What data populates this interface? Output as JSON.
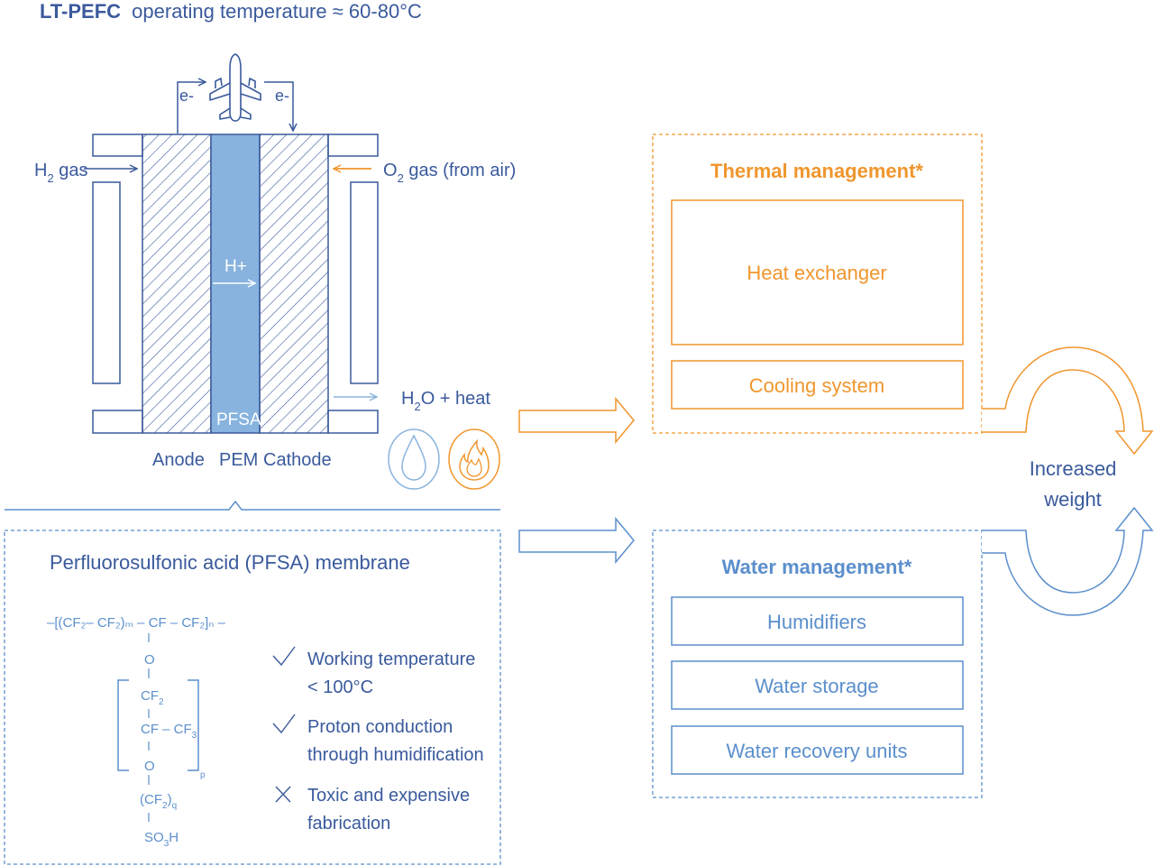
{
  "colors": {
    "dark_blue": "#3a5a9c",
    "mid_blue": "#5b8fcc",
    "light_blue": "#8ab4dd",
    "pem_fill": "#87b3de",
    "orange": "#f0962e",
    "white": "#ffffff"
  },
  "title": {
    "bold": "LT-PEFC",
    "rest": "operating temperature ≈ 60-80°C"
  },
  "fuel_cell": {
    "electron_left": "e-",
    "electron_right": "e-",
    "load_icon": "airplane-icon",
    "h2_label": "H",
    "h2_sub": "2",
    "h2_suffix": " gas",
    "o2_label": "O",
    "o2_sub": "2",
    "o2_suffix": " gas (from air)",
    "proton": "H+",
    "membrane_label": "PFSA",
    "output_label": "H",
    "output_sub": "2",
    "output_suffix": "O + heat",
    "water_icon": "water-drop-icon",
    "heat_icon": "flame-icon",
    "layers": [
      "Anode",
      "PEM",
      "Cathode"
    ]
  },
  "pfsa": {
    "heading": "Perfluorosulfonic acid (PFSA) membrane",
    "formula": {
      "backbone": "–[(CF₂– CF₂)ₘ – CF – CF₂]ₙ –",
      "o1": "O",
      "cf2": "CF",
      "cf2_sub": "2",
      "cfcf3": "CF – CF",
      "cfcf3_sub": "3",
      "o2": "O",
      "p": "p",
      "cf2q": "(CF",
      "cf2q_sub": "2",
      "cf2q_end": ")",
      "q": "q",
      "so3h": "SO",
      "so3h_sub": "3",
      "so3h_end": "H"
    },
    "properties": [
      {
        "icon": "check-icon",
        "line1": "Working temperature",
        "line2": "< 100°C"
      },
      {
        "icon": "check-icon",
        "line1": "Proton conduction",
        "line2": "through humidification"
      },
      {
        "icon": "cross-icon",
        "line1": "Toxic and expensive",
        "line2": "fabrication"
      }
    ]
  },
  "thermal": {
    "title": "Thermal management*",
    "items": [
      "Heat exchanger",
      "Cooling system"
    ]
  },
  "water": {
    "title": "Water management*",
    "items": [
      "Humidifiers",
      "Water storage",
      "Water recovery units"
    ]
  },
  "result": {
    "line1": "Increased",
    "line2": "weight"
  }
}
